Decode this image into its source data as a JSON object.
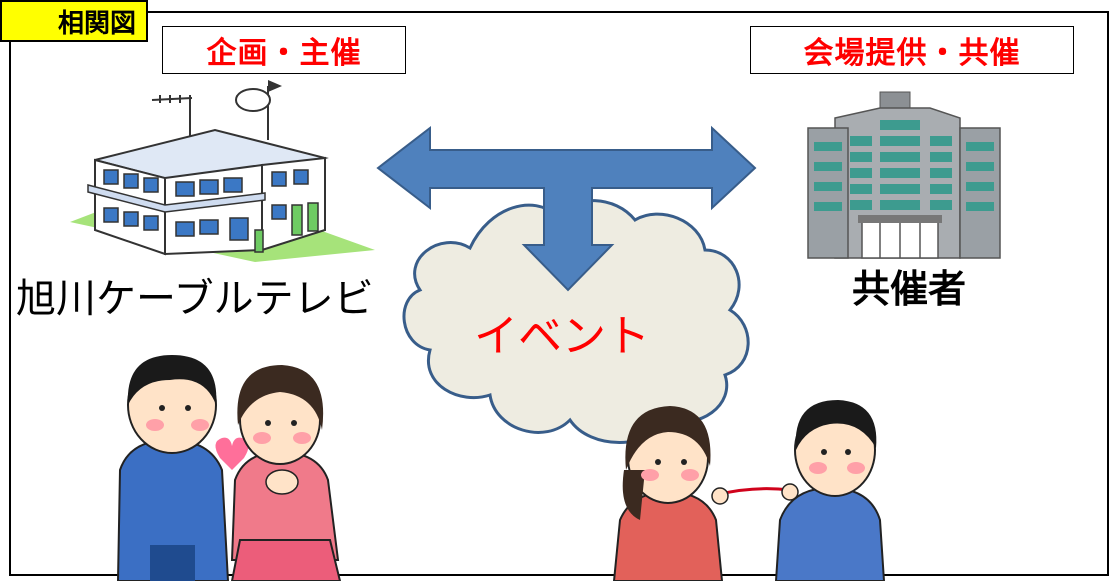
{
  "title_tag": "相関図",
  "planner_role": "企画・主催",
  "venue_role": "会場提供・共催",
  "cable_tv_label": "旭川ケーブルテレビ",
  "cosponsor_label": "共催者",
  "event_label": "イベント",
  "colors": {
    "role_text": "#ff0000",
    "title_tag_bg": "#ffff00",
    "arrow": "#4f81bd",
    "cloud": "#eeece1",
    "cloud_stroke": "#385d8a"
  }
}
